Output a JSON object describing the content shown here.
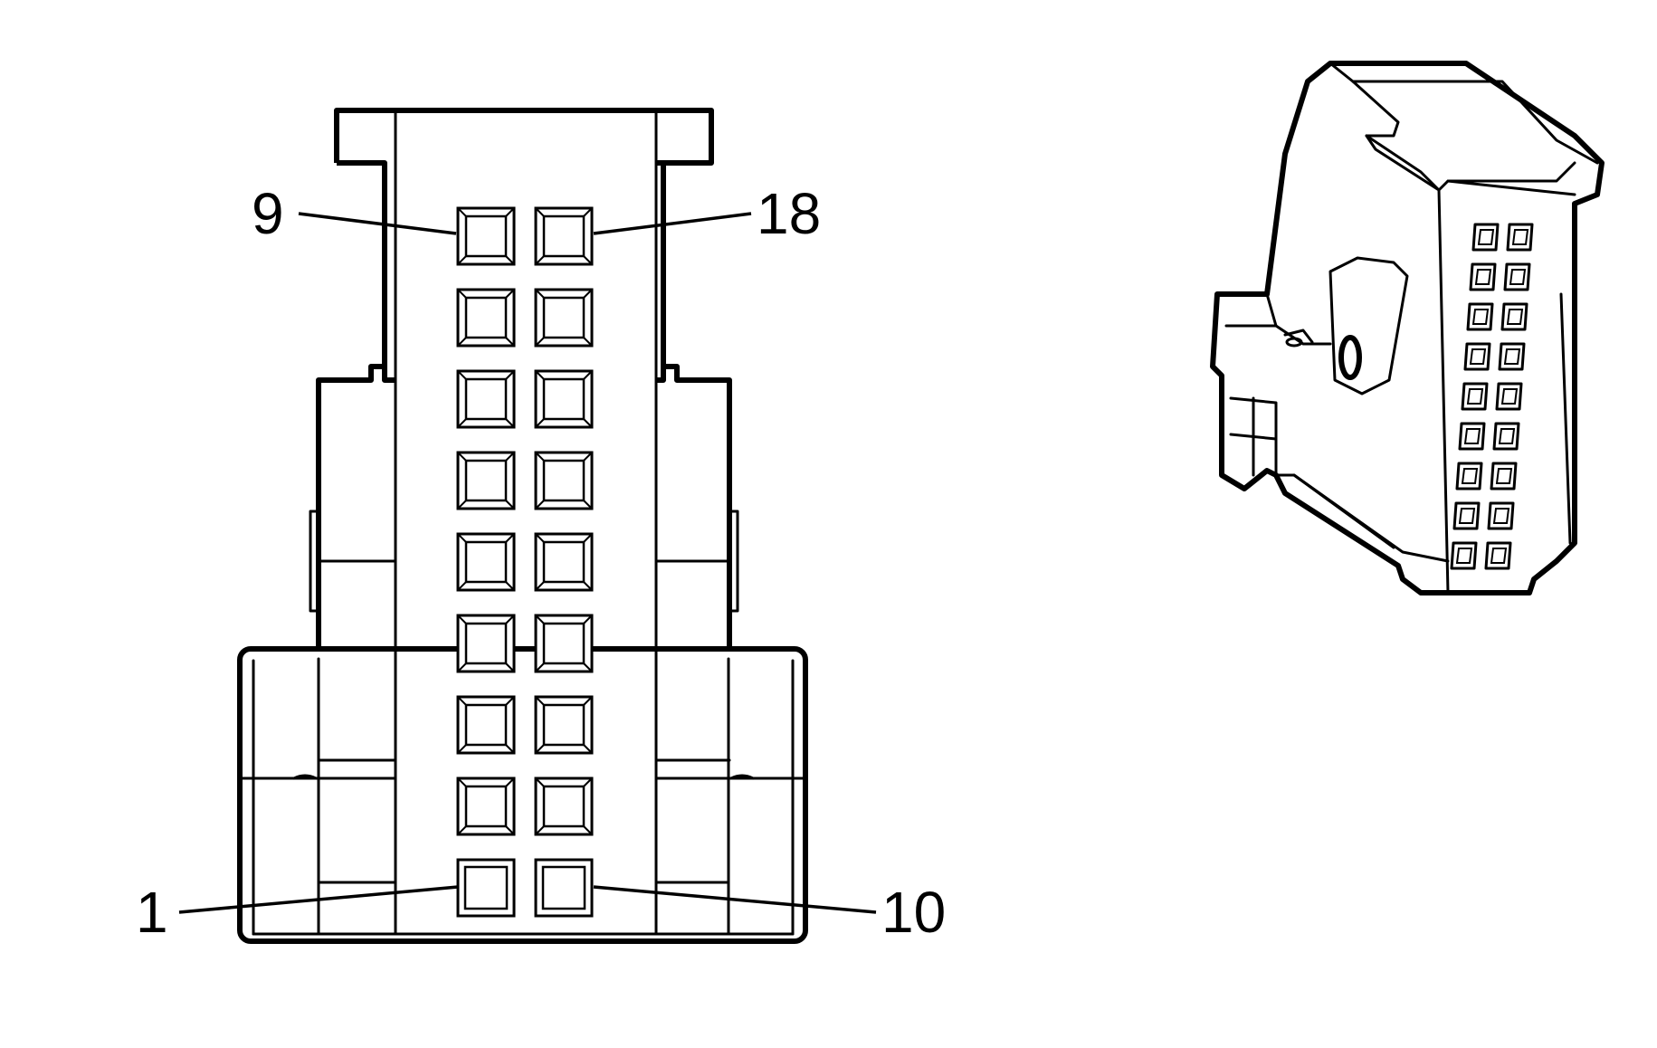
{
  "connector": {
    "cavity_count": 18,
    "rows": 9,
    "columns": 2
  },
  "pin_labels": {
    "top_left": "9",
    "top_right": "18",
    "bottom_left": "1",
    "bottom_right": "10"
  }
}
